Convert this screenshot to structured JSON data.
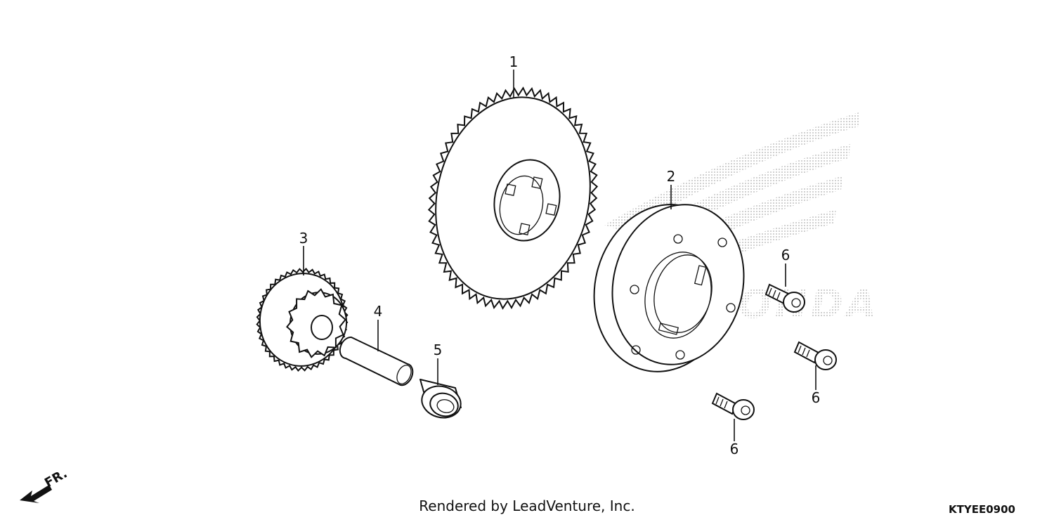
{
  "callouts": {
    "part_1": "1",
    "part_2": "2",
    "part_3": "3",
    "part_4": "4",
    "part_5": "5",
    "part_6_top": "6",
    "part_6_right": "6",
    "part_6_bottom": "6"
  },
  "orientation": {
    "label": "FR."
  },
  "footer": {
    "credit": "Rendered by LeadVenture, Inc.",
    "diagram_code": "KTYEE0900"
  },
  "watermark": {
    "brand": "HONDA"
  },
  "colors": {
    "ink": "#111111",
    "watermark": "#c8c8c8",
    "background": "#ffffff"
  }
}
